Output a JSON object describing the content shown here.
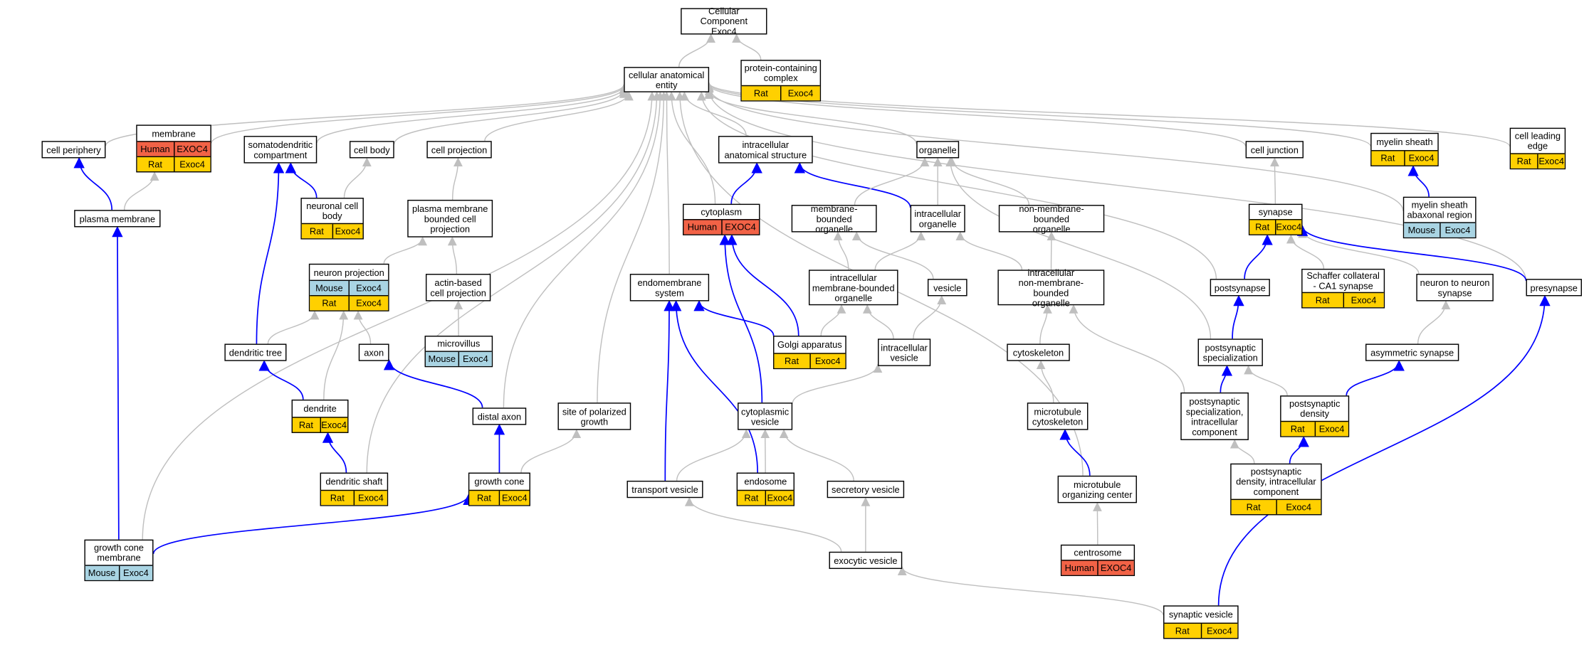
{
  "colors": {
    "gray_edge": "#bfbfbf",
    "blue_edge": "#0000ff",
    "rat": "#ffd000",
    "mouse": "#a9d4e3",
    "human": "#f26246"
  },
  "nodes": [
    {
      "id": "cc",
      "label": "Cellular Component\nExoc4",
      "ann": []
    },
    {
      "id": "pcc",
      "label": "protein-containing\ncomplex",
      "ann": [
        {
          "sp": "Rat",
          "gene": "Exoc4"
        }
      ]
    },
    {
      "id": "cae",
      "label": "cellular anatomical\nentity",
      "ann": []
    },
    {
      "id": "cellper",
      "label": "cell periphery",
      "ann": []
    },
    {
      "id": "membrane",
      "label": "membrane",
      "ann": [
        {
          "sp": "Human",
          "gene": "EXOC4"
        },
        {
          "sp": "Rat",
          "gene": "Exoc4"
        }
      ]
    },
    {
      "id": "somato",
      "label": "somatodendritic\ncompartment",
      "ann": []
    },
    {
      "id": "cellbody",
      "label": "cell body",
      "ann": []
    },
    {
      "id": "cellproj",
      "label": "cell projection",
      "ann": []
    },
    {
      "id": "iae",
      "label": "intracellular\nanatomical structure",
      "ann": []
    },
    {
      "id": "organelle",
      "label": "organelle",
      "ann": []
    },
    {
      "id": "celljunc",
      "label": "cell junction",
      "ann": []
    },
    {
      "id": "myelin",
      "label": "myelin sheath",
      "ann": [
        {
          "sp": "Rat",
          "gene": "Exoc4"
        }
      ]
    },
    {
      "id": "cle",
      "label": "cell leading\nedge",
      "ann": [
        {
          "sp": "Rat",
          "gene": "Exoc4"
        }
      ]
    },
    {
      "id": "plasmamem",
      "label": "plasma membrane",
      "ann": []
    },
    {
      "id": "ncb",
      "label": "neuronal cell\nbody",
      "ann": [
        {
          "sp": "Rat",
          "gene": "Exoc4"
        }
      ]
    },
    {
      "id": "pmbcp",
      "label": "plasma membrane\nbounded cell\nprojection",
      "ann": []
    },
    {
      "id": "cytoplasm",
      "label": "cytoplasm",
      "ann": [
        {
          "sp": "Human",
          "gene": "EXOC4"
        }
      ]
    },
    {
      "id": "mbo",
      "label": "membrane-bounded\norganelle",
      "ann": []
    },
    {
      "id": "io",
      "label": "intracellular\norganelle",
      "ann": []
    },
    {
      "id": "nmbo",
      "label": "non-membrane-bounded\norganelle",
      "ann": []
    },
    {
      "id": "synapse",
      "label": "synapse",
      "ann": [
        {
          "sp": "Rat",
          "gene": "Exoc4"
        }
      ]
    },
    {
      "id": "msar",
      "label": "myelin sheath\nabaxonal region",
      "ann": [
        {
          "sp": "Mouse",
          "gene": "Exoc4"
        }
      ]
    },
    {
      "id": "neuproj",
      "label": "neuron projection",
      "ann": [
        {
          "sp": "Mouse",
          "gene": "Exoc4"
        },
        {
          "sp": "Rat",
          "gene": "Exoc4"
        }
      ]
    },
    {
      "id": "abcp",
      "label": "actin-based\ncell projection",
      "ann": []
    },
    {
      "id": "endomem",
      "label": "endomembrane\nsystem",
      "ann": []
    },
    {
      "id": "imbo",
      "label": "intracellular\nmembrane-bounded\norganelle",
      "ann": []
    },
    {
      "id": "vesicle",
      "label": "vesicle",
      "ann": []
    },
    {
      "id": "inmbo",
      "label": "intracellular\nnon-membrane-bounded\norganelle",
      "ann": []
    },
    {
      "id": "postsyn",
      "label": "postsynapse",
      "ann": []
    },
    {
      "id": "schaffer",
      "label": "Schaffer collateral\n- CA1 synapse",
      "ann": [
        {
          "sp": "Rat",
          "gene": "Exoc4"
        }
      ]
    },
    {
      "id": "n2n",
      "label": "neuron to neuron\nsynapse",
      "ann": []
    },
    {
      "id": "presyn",
      "label": "presynapse",
      "ann": []
    },
    {
      "id": "microvillus",
      "label": "microvillus",
      "ann": [
        {
          "sp": "Mouse",
          "gene": "Exoc4"
        }
      ]
    },
    {
      "id": "dendtree",
      "label": "dendritic tree",
      "ann": []
    },
    {
      "id": "axon",
      "label": "axon",
      "ann": []
    },
    {
      "id": "golgi",
      "label": "Golgi apparatus",
      "ann": [
        {
          "sp": "Rat",
          "gene": "Exoc4"
        }
      ]
    },
    {
      "id": "ivesicle",
      "label": "intracellular\nvesicle",
      "ann": []
    },
    {
      "id": "cytoskel",
      "label": "cytoskeleton",
      "ann": []
    },
    {
      "id": "pss",
      "label": "postsynaptic\nspecialization",
      "ann": []
    },
    {
      "id": "asym",
      "label": "asymmetric synapse",
      "ann": []
    },
    {
      "id": "dendrite",
      "label": "dendrite",
      "ann": [
        {
          "sp": "Rat",
          "gene": "Exoc4"
        }
      ]
    },
    {
      "id": "distaxon",
      "label": "distal axon",
      "ann": []
    },
    {
      "id": "spg",
      "label": "site of polarized\ngrowth",
      "ann": []
    },
    {
      "id": "cytovesicle",
      "label": "cytoplasmic\nvesicle",
      "ann": []
    },
    {
      "id": "mtcyto",
      "label": "microtubule\ncytoskeleton",
      "ann": []
    },
    {
      "id": "pssic",
      "label": "postsynaptic\nspecialization,\nintracellular\ncomponent",
      "ann": []
    },
    {
      "id": "psd",
      "label": "postsynaptic\ndensity",
      "ann": [
        {
          "sp": "Rat",
          "gene": "Exoc4"
        }
      ]
    },
    {
      "id": "dshaft",
      "label": "dendritic shaft",
      "ann": [
        {
          "sp": "Rat",
          "gene": "Exoc4"
        }
      ]
    },
    {
      "id": "gcone",
      "label": "growth cone",
      "ann": [
        {
          "sp": "Rat",
          "gene": "Exoc4"
        }
      ]
    },
    {
      "id": "transves",
      "label": "transport vesicle",
      "ann": []
    },
    {
      "id": "endosome",
      "label": "endosome",
      "ann": [
        {
          "sp": "Rat",
          "gene": "Exoc4"
        }
      ]
    },
    {
      "id": "secves",
      "label": "secretory vesicle",
      "ann": []
    },
    {
      "id": "mtoc",
      "label": "microtubule\norganizing center",
      "ann": []
    },
    {
      "id": "psdic",
      "label": "postsynaptic\ndensity, intracellular\ncomponent",
      "ann": [
        {
          "sp": "Rat",
          "gene": "Exoc4"
        }
      ]
    },
    {
      "id": "gcmem",
      "label": "growth cone\nmembrane",
      "ann": [
        {
          "sp": "Mouse",
          "gene": "Exoc4"
        }
      ]
    },
    {
      "id": "exoves",
      "label": "exocytic vesicle",
      "ann": []
    },
    {
      "id": "centrosome",
      "label": "centrosome",
      "ann": [
        {
          "sp": "Human",
          "gene": "EXOC4"
        }
      ]
    },
    {
      "id": "synves",
      "label": "synaptic vesicle",
      "ann": [
        {
          "sp": "Rat",
          "gene": "Exoc4"
        }
      ]
    }
  ],
  "edges": [
    {
      "from": "cae",
      "to": "cc",
      "kind": "gray"
    },
    {
      "from": "pcc",
      "to": "cc",
      "kind": "gray"
    },
    {
      "from": "cellper",
      "to": "cae",
      "kind": "gray"
    },
    {
      "from": "membrane",
      "to": "cae",
      "kind": "gray"
    },
    {
      "from": "somato",
      "to": "cae",
      "kind": "gray"
    },
    {
      "from": "cellbody",
      "to": "cae",
      "kind": "gray"
    },
    {
      "from": "cellproj",
      "to": "cae",
      "kind": "gray"
    },
    {
      "from": "iae",
      "to": "cae",
      "kind": "gray"
    },
    {
      "from": "organelle",
      "to": "cae",
      "kind": "gray"
    },
    {
      "from": "celljunc",
      "to": "cae",
      "kind": "gray"
    },
    {
      "from": "myelin",
      "to": "cae",
      "kind": "gray"
    },
    {
      "from": "cle",
      "to": "cae",
      "kind": "gray"
    },
    {
      "from": "gcmem",
      "to": "cae",
      "kind": "gray"
    },
    {
      "from": "dshaft",
      "to": "cae",
      "kind": "gray"
    },
    {
      "from": "distaxon",
      "to": "cae",
      "kind": "gray"
    },
    {
      "from": "spg",
      "to": "cae",
      "kind": "gray"
    },
    {
      "from": "endomem",
      "to": "cae",
      "kind": "gray"
    },
    {
      "from": "cytoplasm",
      "to": "cae",
      "kind": "gray"
    },
    {
      "from": "mtoc",
      "to": "cae",
      "kind": "gray"
    },
    {
      "from": "postsyn",
      "to": "cae",
      "kind": "gray"
    },
    {
      "from": "presyn",
      "to": "cae",
      "kind": "gray"
    },
    {
      "from": "msar",
      "to": "cae",
      "kind": "gray"
    },
    {
      "from": "plasmamem",
      "to": "cellper",
      "kind": "blue"
    },
    {
      "from": "plasmamem",
      "to": "membrane",
      "kind": "gray"
    },
    {
      "from": "ncb",
      "to": "somato",
      "kind": "blue"
    },
    {
      "from": "ncb",
      "to": "cellbody",
      "kind": "gray"
    },
    {
      "from": "pmbcp",
      "to": "cellproj",
      "kind": "gray"
    },
    {
      "from": "cytoplasm",
      "to": "iae",
      "kind": "blue"
    },
    {
      "from": "io",
      "to": "iae",
      "kind": "blue"
    },
    {
      "from": "mbo",
      "to": "organelle",
      "kind": "gray"
    },
    {
      "from": "io",
      "to": "organelle",
      "kind": "gray"
    },
    {
      "from": "nmbo",
      "to": "organelle",
      "kind": "gray"
    },
    {
      "from": "pss",
      "to": "organelle",
      "kind": "gray"
    },
    {
      "from": "synapse",
      "to": "celljunc",
      "kind": "gray"
    },
    {
      "from": "msar",
      "to": "myelin",
      "kind": "blue"
    },
    {
      "from": "neuproj",
      "to": "pmbcp",
      "kind": "gray"
    },
    {
      "from": "abcp",
      "to": "pmbcp",
      "kind": "gray"
    },
    {
      "from": "imbo",
      "to": "mbo",
      "kind": "gray"
    },
    {
      "from": "imbo",
      "to": "io",
      "kind": "gray"
    },
    {
      "from": "vesicle",
      "to": "mbo",
      "kind": "gray"
    },
    {
      "from": "inmbo",
      "to": "io",
      "kind": "gray"
    },
    {
      "from": "inmbo",
      "to": "nmbo",
      "kind": "gray"
    },
    {
      "from": "postsyn",
      "to": "synapse",
      "kind": "blue"
    },
    {
      "from": "schaffer",
      "to": "synapse",
      "kind": "gray"
    },
    {
      "from": "n2n",
      "to": "synapse",
      "kind": "gray"
    },
    {
      "from": "presyn",
      "to": "synapse",
      "kind": "blue"
    },
    {
      "from": "microvillus",
      "to": "abcp",
      "kind": "gray"
    },
    {
      "from": "dendtree",
      "to": "somato",
      "kind": "blue"
    },
    {
      "from": "dendtree",
      "to": "neuproj",
      "kind": "gray"
    },
    {
      "from": "axon",
      "to": "neuproj",
      "kind": "gray"
    },
    {
      "from": "golgi",
      "to": "endomem",
      "kind": "blue"
    },
    {
      "from": "golgi",
      "to": "cytoplasm",
      "kind": "blue"
    },
    {
      "from": "golgi",
      "to": "imbo",
      "kind": "gray"
    },
    {
      "from": "ivesicle",
      "to": "imbo",
      "kind": "gray"
    },
    {
      "from": "ivesicle",
      "to": "vesicle",
      "kind": "gray"
    },
    {
      "from": "cytoskel",
      "to": "inmbo",
      "kind": "gray"
    },
    {
      "from": "pss",
      "to": "postsyn",
      "kind": "blue"
    },
    {
      "from": "asym",
      "to": "n2n",
      "kind": "gray"
    },
    {
      "from": "dendrite",
      "to": "dendtree",
      "kind": "blue"
    },
    {
      "from": "dendrite",
      "to": "neuproj",
      "kind": "gray"
    },
    {
      "from": "distaxon",
      "to": "axon",
      "kind": "blue"
    },
    {
      "from": "cytovesicle",
      "to": "cytoplasm",
      "kind": "blue"
    },
    {
      "from": "cytovesicle",
      "to": "ivesicle",
      "kind": "gray"
    },
    {
      "from": "mtcyto",
      "to": "cytoskel",
      "kind": "gray"
    },
    {
      "from": "pssic",
      "to": "pss",
      "kind": "blue"
    },
    {
      "from": "pssic",
      "to": "inmbo",
      "kind": "gray"
    },
    {
      "from": "psd",
      "to": "pss",
      "kind": "gray"
    },
    {
      "from": "psd",
      "to": "asym",
      "kind": "blue"
    },
    {
      "from": "dshaft",
      "to": "dendrite",
      "kind": "blue"
    },
    {
      "from": "gcone",
      "to": "distaxon",
      "kind": "blue"
    },
    {
      "from": "gcone",
      "to": "spg",
      "kind": "gray"
    },
    {
      "from": "transves",
      "to": "endomem",
      "kind": "blue"
    },
    {
      "from": "transves",
      "to": "cytovesicle",
      "kind": "gray"
    },
    {
      "from": "endosome",
      "to": "endomem",
      "kind": "blue"
    },
    {
      "from": "endosome",
      "to": "cytovesicle",
      "kind": "gray"
    },
    {
      "from": "secves",
      "to": "cytovesicle",
      "kind": "gray"
    },
    {
      "from": "mtoc",
      "to": "mtcyto",
      "kind": "blue"
    },
    {
      "from": "psdic",
      "to": "psd",
      "kind": "blue"
    },
    {
      "from": "psdic",
      "to": "pssic",
      "kind": "gray"
    },
    {
      "from": "gcmem",
      "to": "plasmamem",
      "kind": "blue"
    },
    {
      "from": "gcmem",
      "to": "gcone",
      "kind": "blue"
    },
    {
      "from": "exoves",
      "to": "transves",
      "kind": "gray"
    },
    {
      "from": "exoves",
      "to": "secves",
      "kind": "gray"
    },
    {
      "from": "centrosome",
      "to": "mtoc",
      "kind": "gray"
    },
    {
      "from": "synves",
      "to": "exoves",
      "kind": "gray"
    },
    {
      "from": "synves",
      "to": "presyn",
      "kind": "blue"
    }
  ]
}
